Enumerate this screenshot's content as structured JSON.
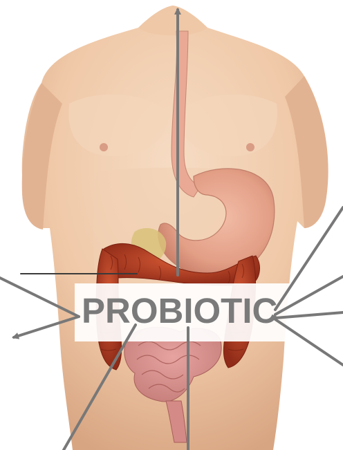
{
  "label": {
    "text": "PROBIOTIC"
  },
  "illustration": {
    "subject": "human-torso-digestive-system",
    "organs": [
      "esophagus",
      "stomach",
      "large-intestine",
      "small-intestine"
    ]
  },
  "colors": {
    "skin": "#f0c9a8",
    "skin_shadow": "#d9a886",
    "stomach": "#e8a58d",
    "colon": "#b8432a",
    "small_intestine": "#d48a86",
    "arrow": "#787878",
    "label_text": "#7a7a7a"
  },
  "icons": {
    "arrow_up": "up-arrow-icon",
    "arrow_left": "down-left-arrow-icon"
  }
}
